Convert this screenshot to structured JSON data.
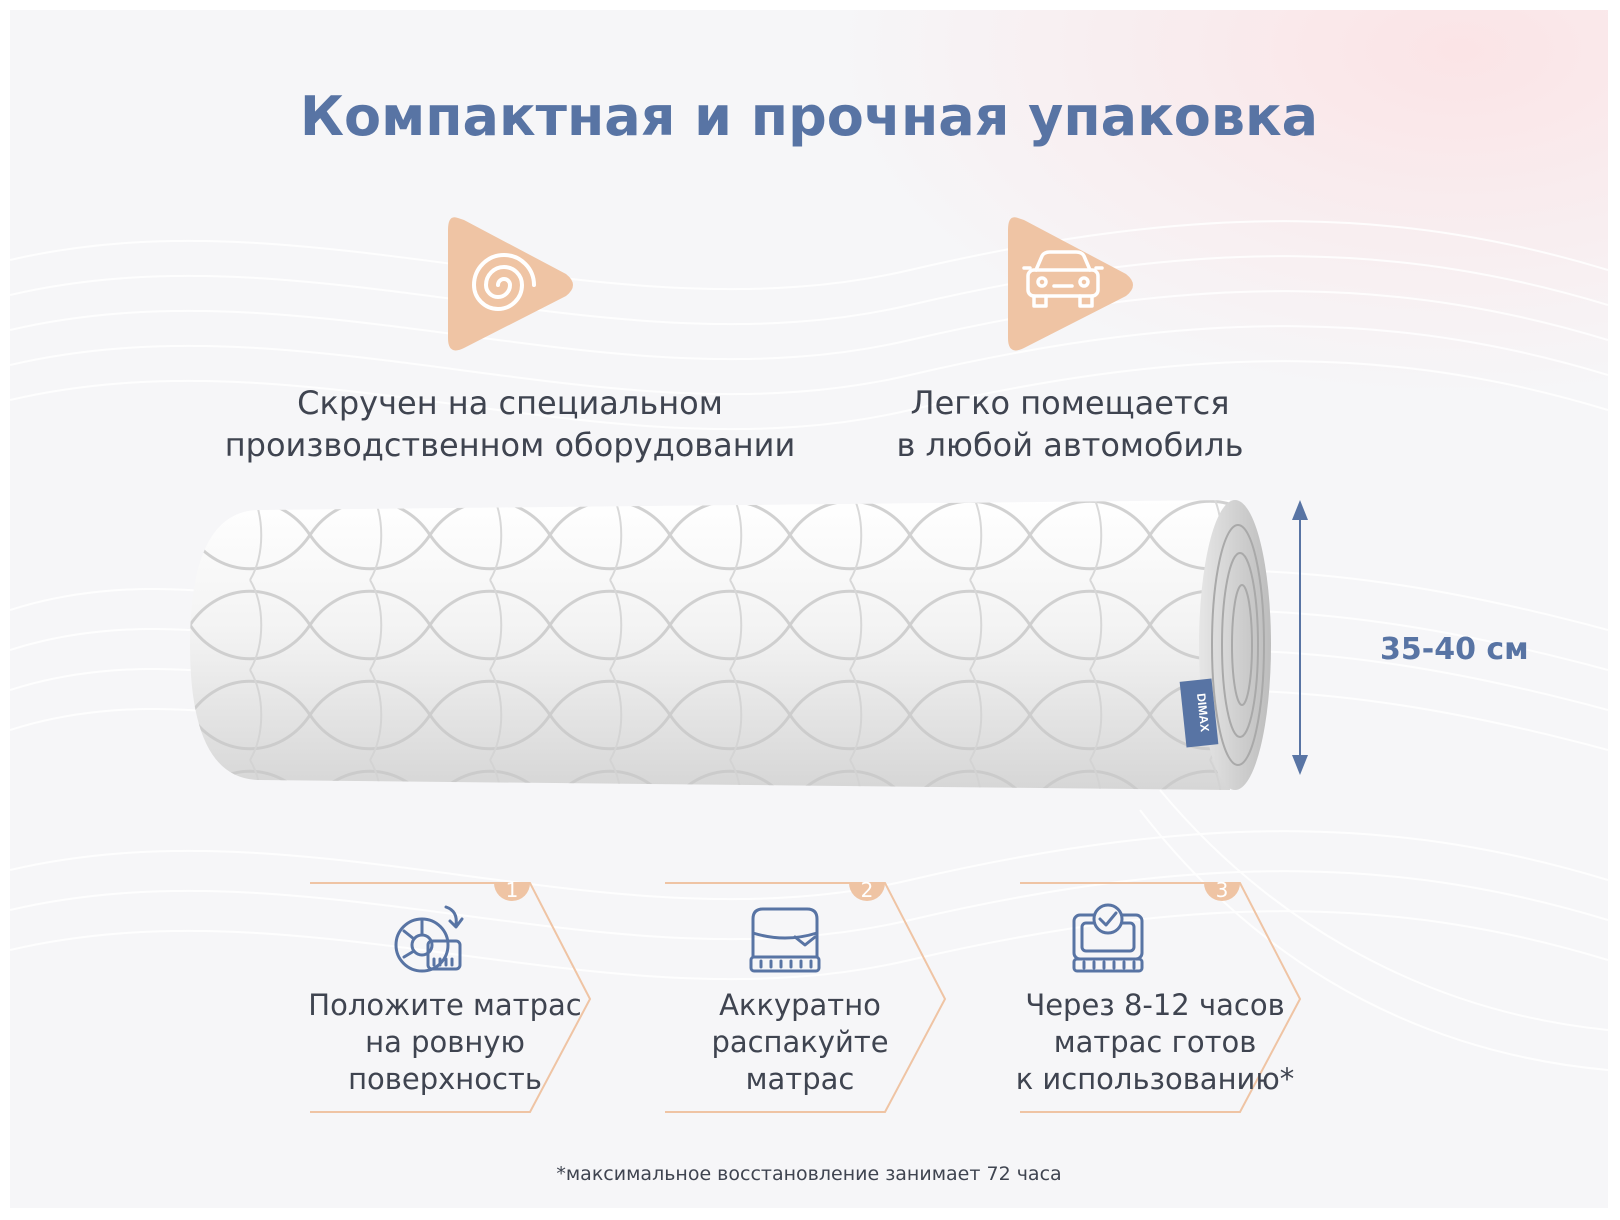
{
  "title": "Компактная и прочная упаковка",
  "features": [
    {
      "icon": "spiral-icon",
      "text_line1": "Скручен на специальном",
      "text_line2": "производственном оборудовании"
    },
    {
      "icon": "car-icon",
      "text_line1": "Легко помещается",
      "text_line2": "в любой автомобиль"
    }
  ],
  "brand_tag": "DIMAX",
  "dimension": "35-40 см",
  "steps": [
    {
      "number": "1",
      "icon": "rolled-mattress-icon",
      "line1": "Положите матрас",
      "line2": "на ровную",
      "line3": "поверхность"
    },
    {
      "number": "2",
      "icon": "unpacked-mattress-icon",
      "line1": "Аккуратно",
      "line2": "распакуйте",
      "line3": "матрас"
    },
    {
      "number": "3",
      "icon": "ready-mattress-icon",
      "line1": "Через 8-12 часов",
      "line2": "матрас готов",
      "line3": "к использованию*"
    }
  ],
  "footnote": "*максимальное восстановление занимает 72 часа",
  "colors": {
    "accent": "#5874a4",
    "peach": "#efc4a4",
    "text": "#3f4450",
    "background": "#f6f6f8"
  }
}
